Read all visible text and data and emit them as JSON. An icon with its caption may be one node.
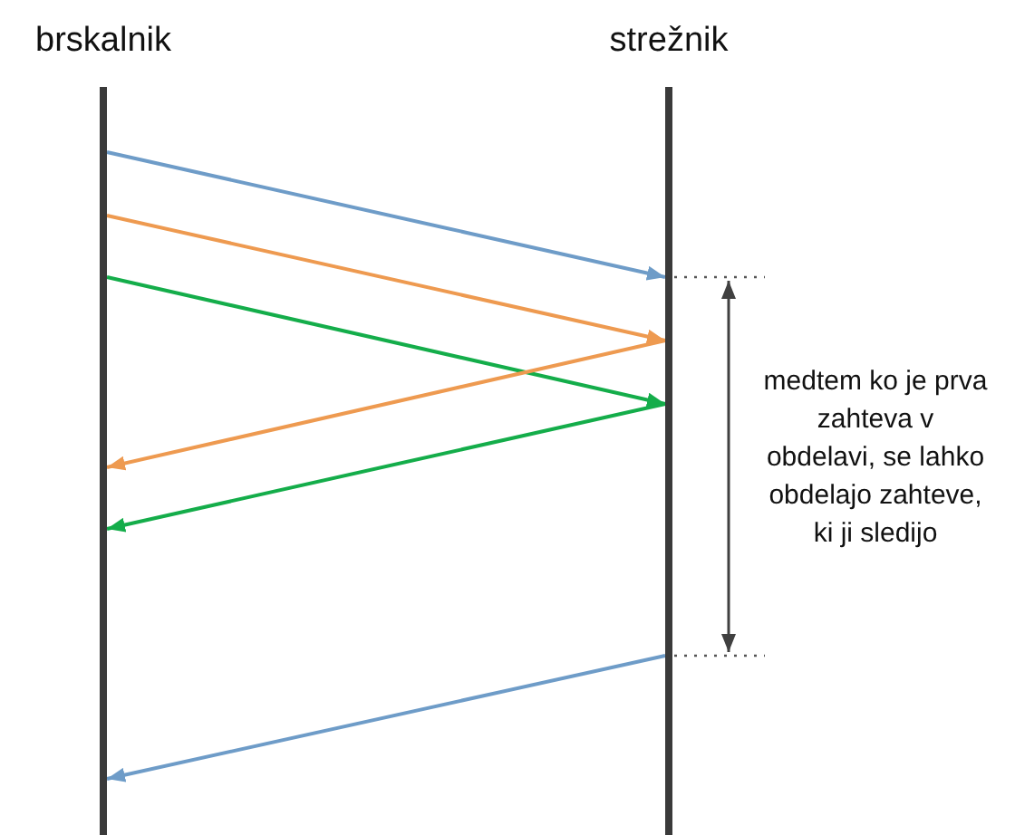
{
  "diagram": {
    "nodes": [
      {
        "text": [
          "brskalnik"
        ]
      },
      {
        "text": [
          "strežnik"
        ]
      }
    ],
    "edges": [
      {
        "from": 0,
        "to": 1,
        "arrow": "to",
        "color": "#6e9cc8"
      },
      {
        "from": 0,
        "to": 1,
        "arrow": "to",
        "color": "#ee9a50"
      },
      {
        "from": 0,
        "to": 1,
        "arrow": "to",
        "color": "#14ad4a"
      },
      {
        "from": 1,
        "to": 0,
        "arrow": "to",
        "color": "#ee9a50"
      },
      {
        "from": 1,
        "to": 0,
        "arrow": "to",
        "color": "#14ad4a"
      },
      {
        "from": 1,
        "to": 0,
        "arrow": "to",
        "color": "#6e9cc8"
      }
    ],
    "labels": [
      "medtem ko je prva zahteva v obdelavi, se lahko obdelajo zahteve, ki ji sledijo"
    ]
  }
}
